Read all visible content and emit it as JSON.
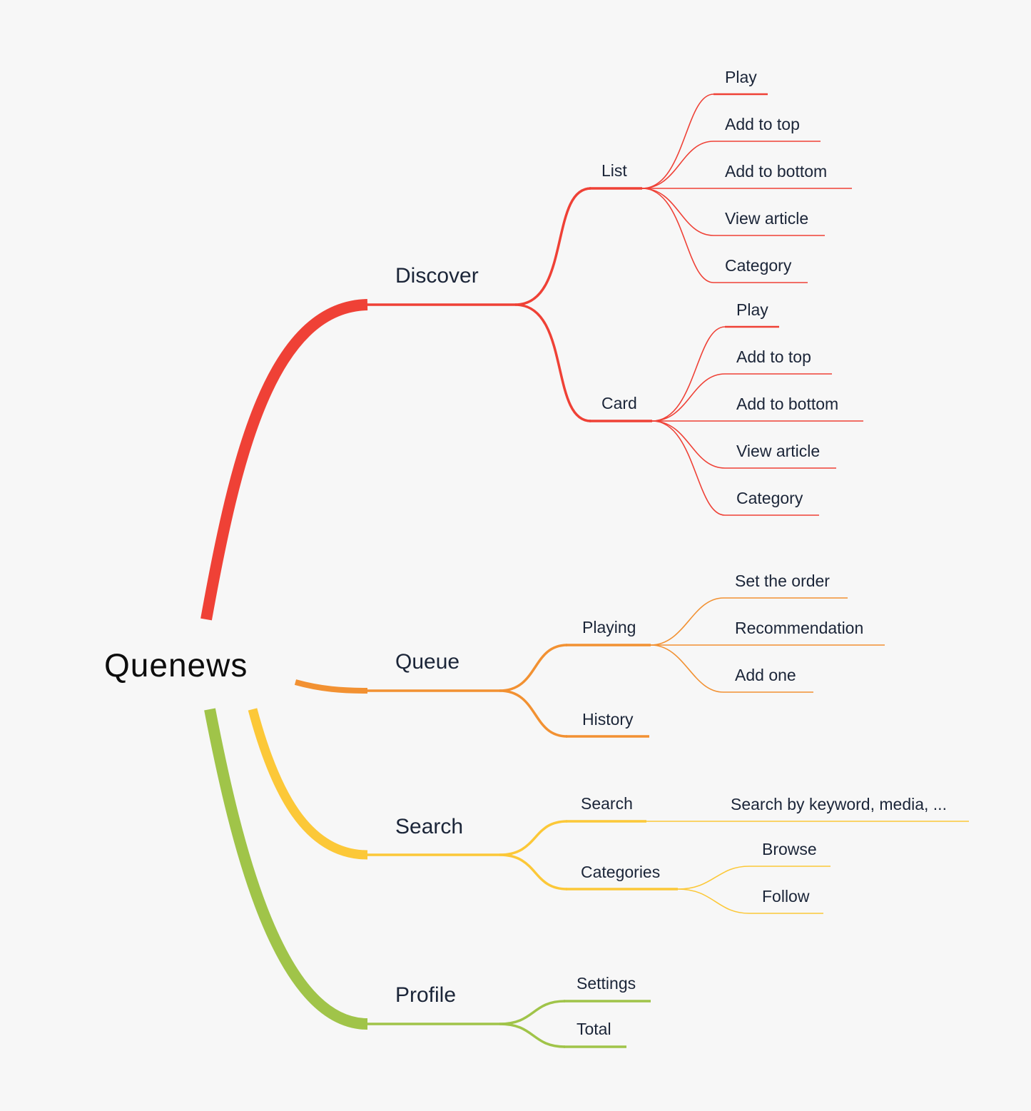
{
  "root": "Quenews",
  "colors": {
    "background": "#f7f7f7",
    "discover": "#ef4136",
    "queue": "#f29132",
    "search": "#fcc838",
    "profile": "#a0c449",
    "text": "#1b2538"
  },
  "branches": {
    "discover": {
      "label": "Discover",
      "children": {
        "list": {
          "label": "List",
          "items": [
            "Play",
            "Add to top",
            "Add to bottom",
            "View article",
            "Category"
          ]
        },
        "card": {
          "label": "Card",
          "items": [
            "Play",
            "Add to top",
            "Add to bottom",
            "View article",
            "Category"
          ]
        }
      }
    },
    "queue": {
      "label": "Queue",
      "children": {
        "playing": {
          "label": "Playing",
          "items": [
            "Set the order",
            "Recommendation",
            "Add one"
          ]
        },
        "history": {
          "label": "History"
        }
      }
    },
    "search": {
      "label": "Search",
      "children": {
        "search": {
          "label": "Search",
          "items": [
            "Search by keyword, media, ..."
          ]
        },
        "categories": {
          "label": "Categories",
          "items": [
            "Browse",
            "Follow"
          ]
        }
      }
    },
    "profile": {
      "label": "Profile",
      "children": {
        "settings": {
          "label": "Settings"
        },
        "total": {
          "label": "Total"
        }
      }
    }
  }
}
